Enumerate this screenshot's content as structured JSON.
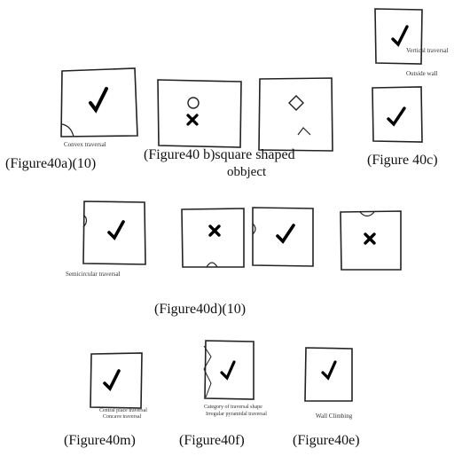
{
  "figures": {
    "a": {
      "caption": "(Figure40a)(10)",
      "note": "Convex traversal"
    },
    "b": {
      "caption_line1": "(Figure40 b)square shaped",
      "caption_line2": "obbject"
    },
    "c": {
      "caption": "(Figure 40c)",
      "note_line1": "Vertical traversal",
      "note_line2": "Outside wall"
    },
    "d": {
      "caption": "(Figure40d)(10)",
      "note": "Semicircular traversal"
    },
    "m": {
      "caption": "(Figure40m)",
      "note_line1": "Central place traversal",
      "note_line2": "Concave traversal"
    },
    "f": {
      "caption": "(Figure40f)",
      "note_line1": "Category of traversal shape",
      "note_line2": "Irregular pyramidal traversal"
    },
    "e": {
      "caption": "(Figure40e)",
      "note": "Wall Climbing"
    }
  },
  "marks": {
    "check": "✓",
    "cross": "✗",
    "circle": "○"
  }
}
